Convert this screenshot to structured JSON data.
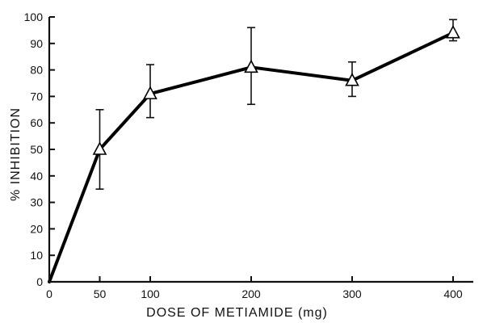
{
  "chart_data": {
    "type": "line",
    "xlabel": "DOSE OF METIAMIDE (mg)",
    "ylabel": "% INHIBITION",
    "xlim": [
      0,
      420
    ],
    "ylim": [
      0,
      100
    ],
    "x_ticks": [
      0,
      50,
      100,
      200,
      300,
      400
    ],
    "x_tick_labels": [
      "0",
      "50",
      "100",
      "200",
      "300",
      "400"
    ],
    "y_ticks": [
      0,
      10,
      20,
      30,
      40,
      50,
      60,
      70,
      80,
      90,
      100
    ],
    "y_tick_labels": [
      "0",
      "10",
      "20",
      "30",
      "40",
      "50",
      "60",
      "70",
      "80",
      "90",
      "100"
    ],
    "grid": false,
    "series": [
      {
        "marker": "triangle",
        "x": [
          0,
          50,
          100,
          200,
          300,
          400
        ],
        "y": [
          0,
          50,
          71,
          81,
          76,
          94
        ],
        "error_upper": [
          null,
          65,
          82,
          96,
          83,
          99
        ],
        "error_lower": [
          null,
          35,
          62,
          67,
          70,
          91
        ]
      }
    ]
  }
}
